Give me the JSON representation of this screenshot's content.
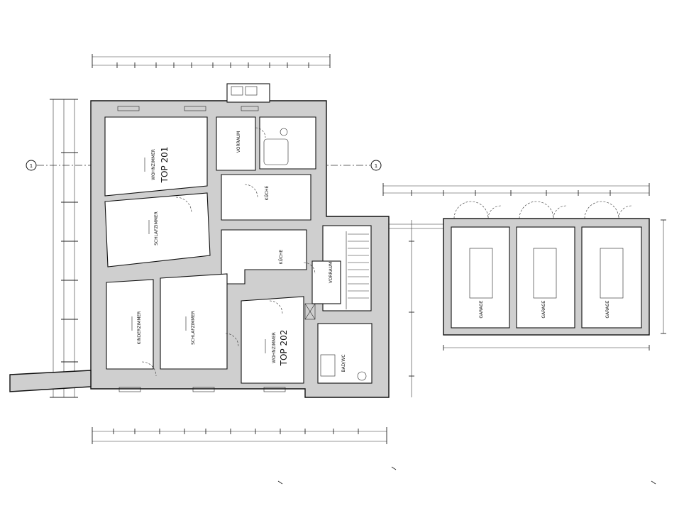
{
  "plan": {
    "units": [
      {
        "name": "TOP 201",
        "room": "WOHNZIMMER"
      },
      {
        "name": "TOP 202",
        "room": "WOHNZIMMER"
      }
    ],
    "rooms": {
      "schlafzimmer_a": "SCHLAFZIMMER",
      "schlafzimmer_b": "SCHLAFZIMMER",
      "kinderzimmer": "KINDERZIMMER",
      "kueche_a": "KÜCHE",
      "kueche_b": "KÜCHE",
      "vorraum_a": "VORRAUM",
      "vorraum_b": "VORRAUM",
      "bad": "BAD/WC",
      "garage_a": "GARAGE",
      "garage_b": "GARAGE",
      "garage_c": "GARAGE"
    },
    "axis_label": "1"
  }
}
